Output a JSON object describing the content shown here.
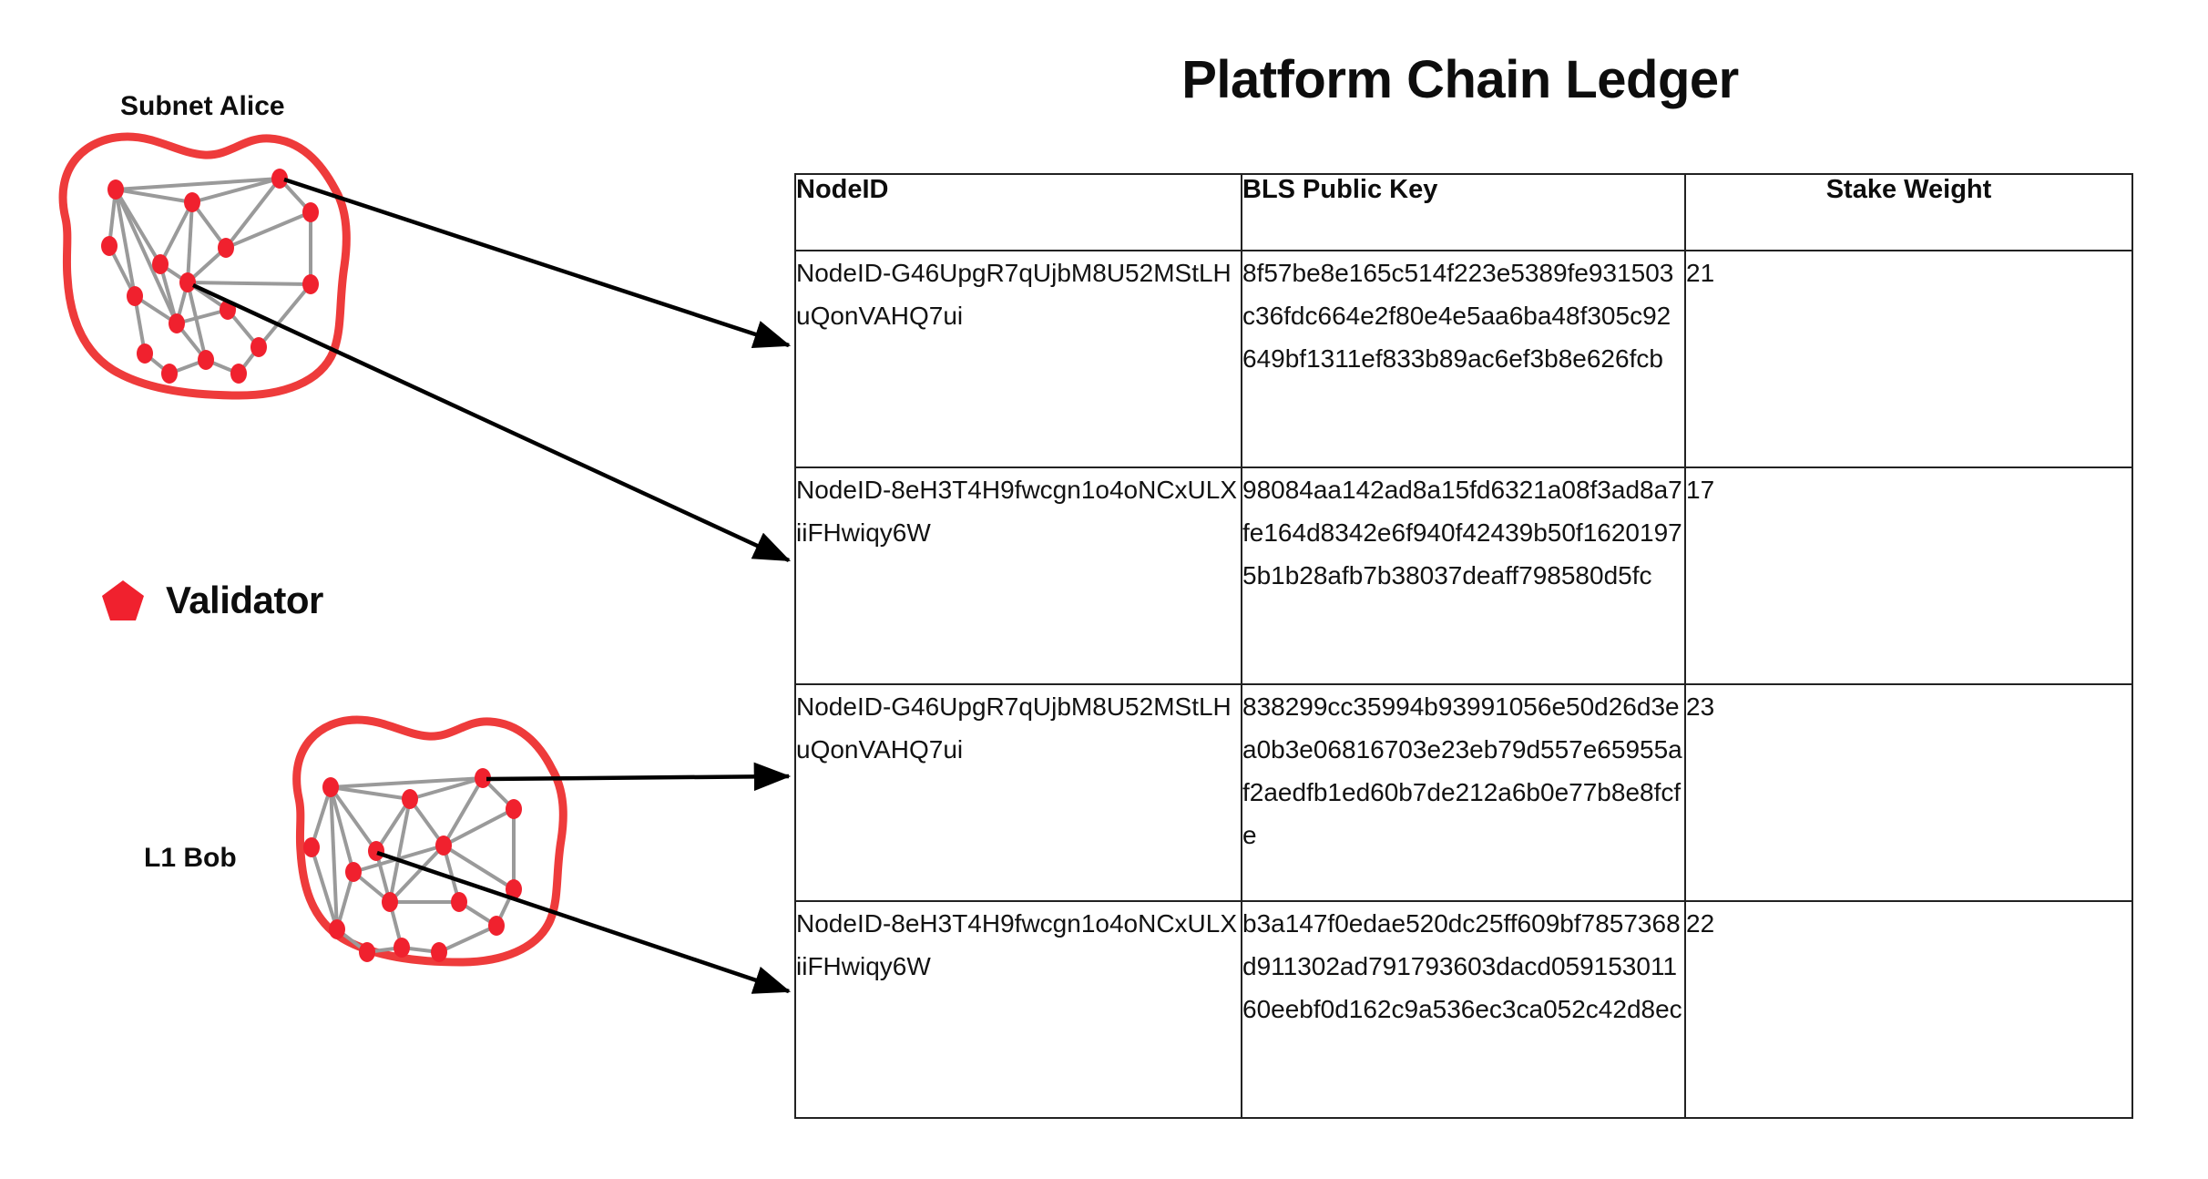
{
  "title": "Platform Chain Ledger",
  "diagram": {
    "clusters": [
      {
        "name": "subnet-alice",
        "label": "Subnet Alice"
      },
      {
        "name": "l1-bob",
        "label": "L1 Bob"
      }
    ],
    "legend": {
      "icon": "pentagon-icon",
      "label": "Validator",
      "color": "#F0212E"
    },
    "node_color": "#F0212E",
    "edge_color": "#9a9a9a",
    "boundary_color": "#EE3B3B",
    "arrow_color": "#000000"
  },
  "table": {
    "columns": [
      "NodeID",
      "BLS Public Key",
      "Stake Weight"
    ],
    "rows": [
      {
        "nodeid": "NodeID-G46UpgR7qUjbM8U52MStLHuQonVAHQ7ui",
        "bls": "8f57be8e165c514f223e5389fe931503c36fdc664e2f80e4e5aa6ba48f305c92649bf1311ef833b89ac6ef3b8e626fcb",
        "stake": "21"
      },
      {
        "nodeid": "NodeID-8eH3T4H9fwcgn1o4oNCxULXiiFHwiqy6W",
        "bls": "98084aa142ad8a15fd6321a08f3ad8a7fe164d8342e6f940f42439b50f16201975b1b28afb7b38037deaff798580d5fc",
        "stake": "17"
      },
      {
        "nodeid": "NodeID-G46UpgR7qUjbM8U52MStLHuQonVAHQ7ui",
        "bls": "838299cc35994b93991056e50d26d3ea0b3e06816703e23eb79d557e65955af2aedfb1ed60b7de212a6b0e77b8e8fcfe",
        "stake": "23"
      },
      {
        "nodeid": "NodeID-8eH3T4H9fwcgn1o4oNCxULXiiFHwiqy6W",
        "bls": "b3a147f0edae520dc25ff609bf7857368d911302ad791793603dacd05915301160eebf0d162c9a536ec3ca052c42d8ec",
        "stake": "22"
      }
    ]
  }
}
